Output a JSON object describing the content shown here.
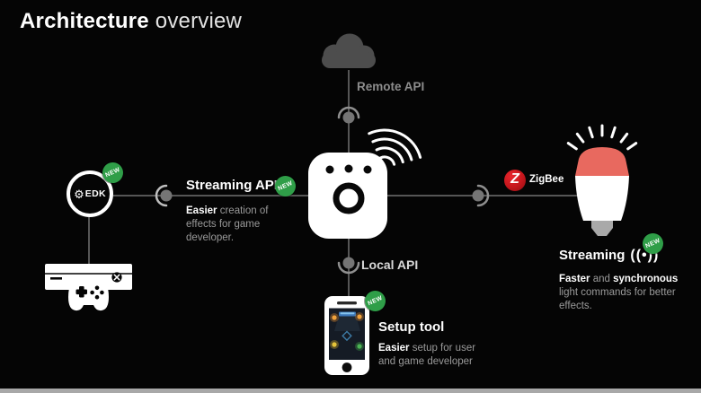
{
  "title": {
    "bold": "Architecture",
    "light": "overview"
  },
  "labels": {
    "new": "NEW"
  },
  "nodes": {
    "remote_api_label": "Remote API",
    "local_api_label": "Local API",
    "edk": {
      "gear_icon": "⚙",
      "label": "EDK"
    },
    "zigbee": {
      "logo_letter": "Z",
      "label": "ZigBee"
    }
  },
  "sections": {
    "streaming_api": {
      "heading": "Streaming API",
      "desc_bold": "Easier",
      "desc_rest": " creation of effects for game developer."
    },
    "setup_tool": {
      "heading": "Setup tool",
      "desc_bold": "Easier",
      "desc_rest": " setup for user and game developer"
    },
    "streaming_light": {
      "heading": "Streaming",
      "icon": "((•))",
      "desc_bold1": "Faster",
      "desc_mid": " and ",
      "desc_bold2": "synchronous",
      "desc_rest": " light commands for better effects."
    }
  },
  "colors": {
    "background": "#050505",
    "badge_green": "#2f9e48",
    "zigbee_red": "#c4161c",
    "bulb_red": "#e8695f",
    "line_gray": "#565656",
    "cloud_gray": "#4d4d4d",
    "muted_text": "#9a9a9a",
    "bottom_bar": "#a8a8a8"
  }
}
